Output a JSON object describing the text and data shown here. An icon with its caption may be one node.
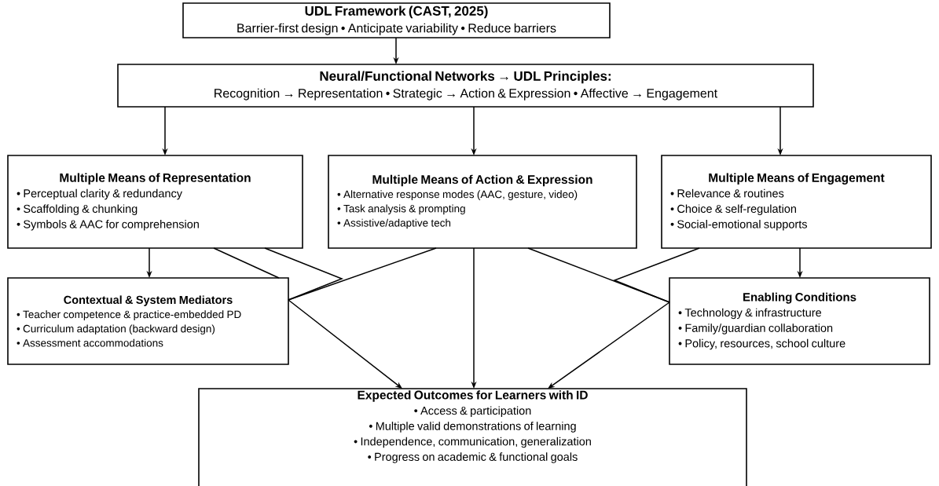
{
  "diagram": {
    "nodes": [
      {
        "text": [
          "UDL Framework (CAST, 2025)",
          "Barrier-first design • Anticipate variability • Reduce barriers"
        ]
      },
      {
        "text": [
          "Neural/Functional Networks → UDL Principles:",
          "Recognition → Representation • Strategic → Action & Expression • Affective → Engagement"
        ]
      },
      {
        "text": [
          "Multiple Means of Representation",
          "• Perceptual clarity & redundancy",
          "• Scaffolding & chunking",
          "• Symbols & AAC for comprehension"
        ]
      },
      {
        "text": [
          "Multiple Means of Action & Expression",
          "• Alternative response modes (AAC, gesture, video)",
          "• Task analysis & prompting",
          "• Assistive/adaptive tech"
        ]
      },
      {
        "text": [
          "Multiple Means of Engagement",
          "• Relevance & routines",
          "• Choice & self-regulation",
          "• Social-emotional supports"
        ]
      },
      {
        "text": [
          "Contextual & System Mediators",
          "• Teacher competence & practice-embedded PD",
          "• Curriculum adaptation (backward design)",
          "• Assessment accommodations"
        ]
      },
      {
        "text": [
          "Enabling Conditions",
          "• Technology & infrastructure",
          "• Family/guardian collaboration",
          "• Policy, resources, school culture"
        ]
      },
      {
        "text": [
          "Expected Outcomes for Learners with ID",
          "• Access & participation",
          "• Multiple valid demonstrations of learning",
          "• Independence, communication, generalization",
          "• Progress on academic & functional goals"
        ]
      }
    ],
    "edges": [
      {
        "from": 0,
        "to": 1,
        "arrow": "to"
      },
      {
        "from": 1,
        "to": 2,
        "arrow": "to"
      },
      {
        "from": 1,
        "to": 3,
        "arrow": "to"
      },
      {
        "from": 1,
        "to": 4,
        "arrow": "to"
      },
      {
        "from": 2,
        "to": 5,
        "arrow": "to"
      },
      {
        "from": 4,
        "to": 6,
        "arrow": "to"
      },
      {
        "from": 2,
        "to": 5,
        "arrow": "none"
      },
      {
        "from": 2,
        "to": 5,
        "arrow": "none"
      },
      {
        "from": 3,
        "to": 5,
        "arrow": "none"
      },
      {
        "from": 3,
        "to": 6,
        "arrow": "none"
      },
      {
        "from": 4,
        "to": 6,
        "arrow": "none"
      },
      {
        "from": 5,
        "to": 7,
        "arrow": "to"
      },
      {
        "from": 3,
        "to": 7,
        "arrow": "to"
      },
      {
        "from": 6,
        "to": 7,
        "arrow": "to"
      }
    ]
  }
}
